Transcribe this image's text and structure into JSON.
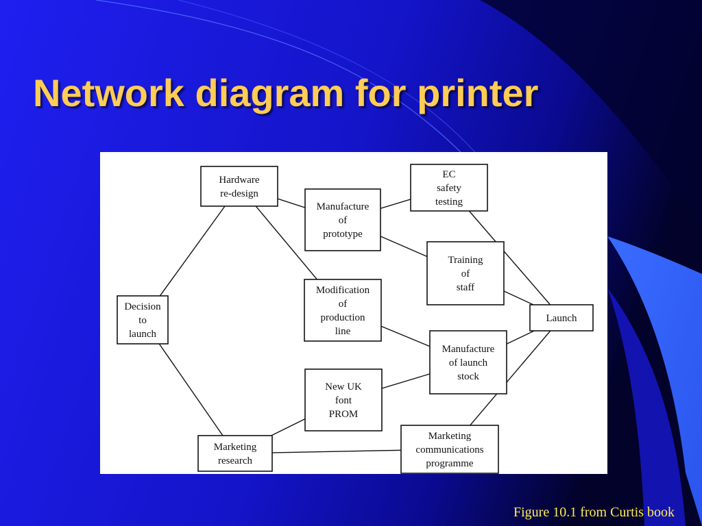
{
  "slide": {
    "title": "Network diagram for printer",
    "caption": "Figure 10.1 from Curtis book",
    "colors": {
      "background": "#1a1ae0",
      "title": "#ffcc55",
      "caption": "#ffee55",
      "accent_dark": "#000040",
      "accent_light": "#3366ff"
    }
  },
  "diagram": {
    "nodes": [
      {
        "id": "hardware",
        "lines": [
          "Hardware",
          "re-design"
        ]
      },
      {
        "id": "prototype",
        "lines": [
          "Manufacture",
          "of",
          "prototype"
        ]
      },
      {
        "id": "ec",
        "lines": [
          "EC",
          "safety",
          "testing"
        ]
      },
      {
        "id": "training",
        "lines": [
          "Training",
          "of",
          "staff"
        ]
      },
      {
        "id": "decision",
        "lines": [
          "Decision",
          "to",
          "launch"
        ]
      },
      {
        "id": "modification",
        "lines": [
          "Modification",
          "of",
          "production",
          "line"
        ]
      },
      {
        "id": "launch",
        "lines": [
          "Launch"
        ]
      },
      {
        "id": "manufacture_launch",
        "lines": [
          "Manufacture",
          "of launch",
          "stock"
        ]
      },
      {
        "id": "font",
        "lines": [
          "New UK",
          "font",
          "PROM"
        ]
      },
      {
        "id": "marketing_research",
        "lines": [
          "Marketing",
          "research"
        ]
      },
      {
        "id": "marketing_comms",
        "lines": [
          "Marketing",
          "communications",
          "programme"
        ]
      }
    ],
    "edges": [
      [
        "decision",
        "hardware"
      ],
      [
        "decision",
        "marketing_research"
      ],
      [
        "hardware",
        "prototype"
      ],
      [
        "hardware",
        "modification"
      ],
      [
        "prototype",
        "ec"
      ],
      [
        "prototype",
        "training"
      ],
      [
        "ec",
        "launch"
      ],
      [
        "training",
        "launch"
      ],
      [
        "modification",
        "manufacture_launch"
      ],
      [
        "font",
        "manufacture_launch"
      ],
      [
        "manufacture_launch",
        "launch"
      ],
      [
        "marketing_research",
        "font"
      ],
      [
        "marketing_research",
        "marketing_comms"
      ],
      [
        "marketing_comms",
        "launch"
      ]
    ]
  }
}
